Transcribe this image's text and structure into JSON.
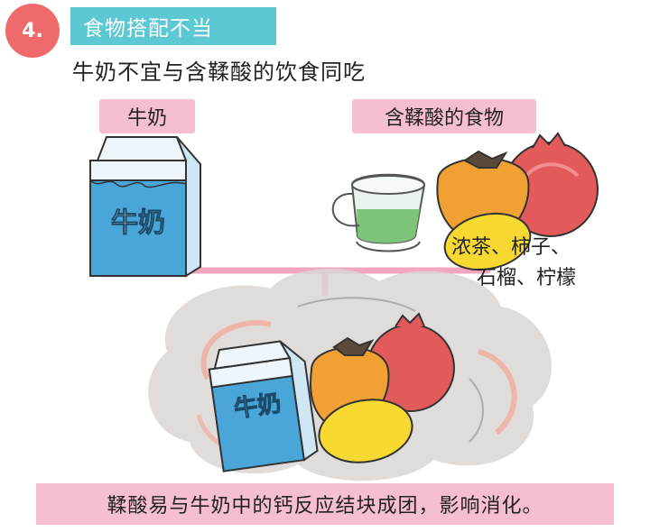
{
  "header": {
    "step_number": "4.",
    "title": "食物搭配不当"
  },
  "subtitle": "牛奶不宜与含鞣酸的饮食同吃",
  "milk_tag": "牛奶",
  "oxalic_tag": "含鞣酸的食物",
  "milk_carton_label": "牛奶",
  "food_list": {
    "line1": "浓茶、柿子、",
    "line2": "石榴、柠檬"
  },
  "bottom_note": "鞣酸易与牛奶中的钙反应结块成团，影响消化。",
  "colors": {
    "step_circle": "#ef6b6b",
    "header_bar": "#5bc8d3",
    "tag_pill": "#f6bfd0",
    "milk_blue": "#4aa6d9",
    "persimmon": "#f1a033",
    "pomegranate": "#e25a5a",
    "lemon": "#f7d931"
  }
}
